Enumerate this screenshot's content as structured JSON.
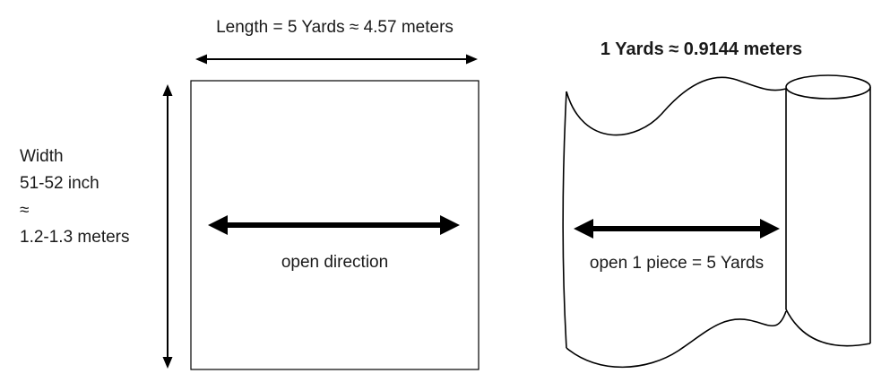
{
  "left_diagram": {
    "length_label": "Length = 5 Yards  ≈ 4.57 meters",
    "width_label": "Width\n51-52 inch\n≈\n1.2-1.3 meters",
    "open_label": "open direction"
  },
  "right_diagram": {
    "yard_label": "1 Yards ≈ 0.9144 meters",
    "open_label": "open 1 piece =  5 Yards"
  },
  "colors": {
    "ink": "#000000",
    "background": "#ffffff"
  }
}
